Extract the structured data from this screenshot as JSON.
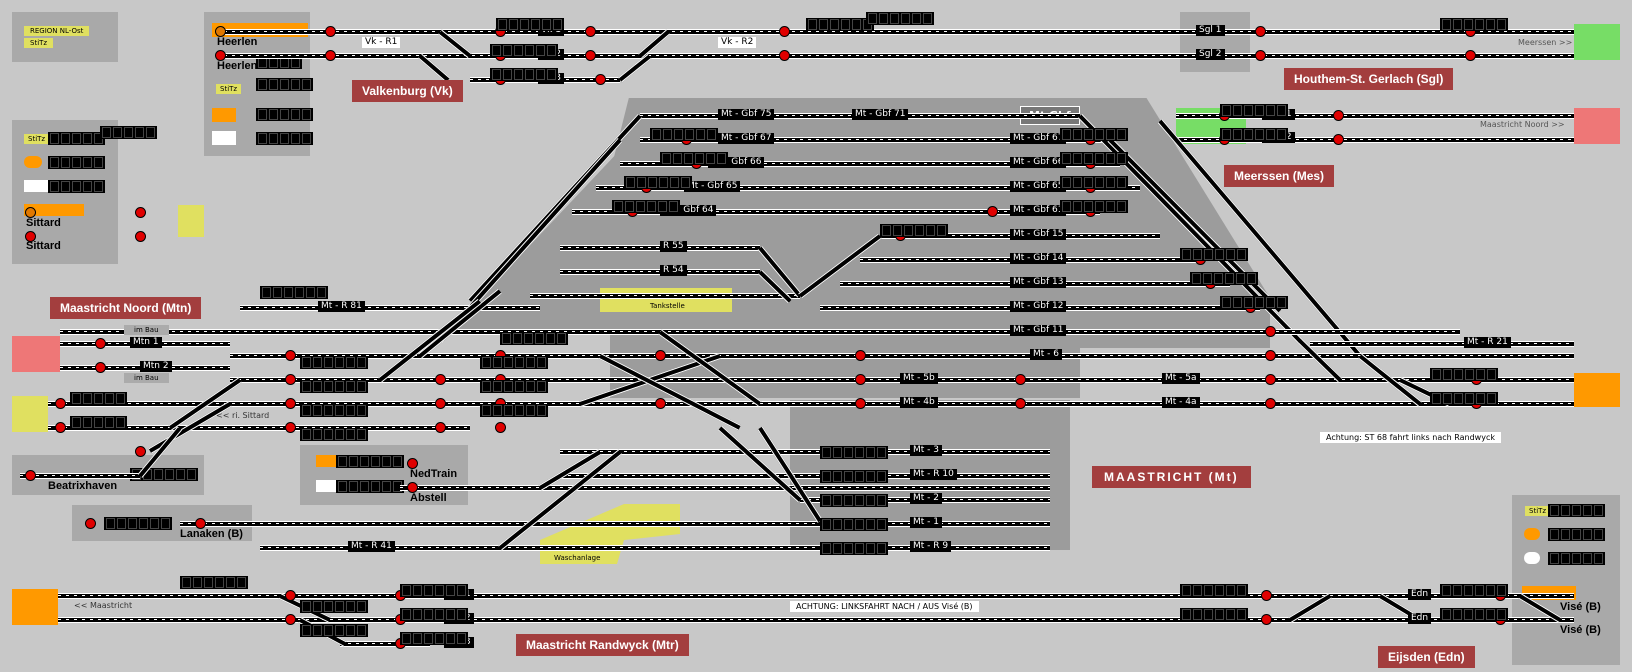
{
  "region": {
    "label": "REGION NL-Ost",
    "stitz": "StiTz"
  },
  "stations": {
    "valkenburg": "Valkenburg (Vk)",
    "houthem": "Houthem-St. Gerlach (Sgl)",
    "meerssen": "Meerssen (Mes)",
    "maastricht_noord": "Maastricht Noord (Mtn)",
    "maastricht": "MAASTRICHT (Mt)",
    "randwyck": "Maastricht Randwyck (Mtr)",
    "eijsden": "Eijsden (Edn)",
    "lanaken": "Lanaken (B)",
    "beatrixhaven": "Beatrixhaven",
    "nedtrain": "NedTrain",
    "abstell": "Abstell",
    "mt_gbf": "Mt Gbf"
  },
  "panel_labels": {
    "heerlen_1": "Heerlen",
    "heerlen_2": "Heerlen",
    "sittard_1": "Sittard",
    "sittard_2": "Sittard",
    "vise_1": "Visé (B)",
    "vise_2": "Visé (B)",
    "stitz_1": "StiTz",
    "stitz_2": "StiTz",
    "stitz_3": "StiTz"
  },
  "notes": {
    "meerssen_right": "Meerssen >>",
    "maastricht_noord_right": "Maastricht Noord >>",
    "ri_sittard": "<< ri. Sittard",
    "im_bau_1": "im Bau",
    "im_bau_2": "im Bau",
    "tankstelle": "Tankstelle",
    "waschanlage": "Waschanlage",
    "achtung_st68": "Achtung: ST 68   fahrt links nach Randwyck",
    "achtung_linksfahrt": "ACHTUNG: LINKSFAHRT NACH / AUS Visé (B)",
    "maastricht_left": "<< Maastricht"
  },
  "track_labels": {
    "vk_r1": "Vk - R1",
    "vk_r2": "Vk - R2",
    "vk1": "Vk 1",
    "vk2": "Vk 2",
    "vk3": "Vk 3",
    "sgl1": "Sgl 1",
    "sgl2": "Sgl 2",
    "mes1": "Mes 1",
    "mes2": "Mes 2",
    "gbf75": "Mt - Gbf 75",
    "gbf71": "Mt - Gbf 71",
    "gbf67a": "Mt - Gbf 67",
    "gbf67b": "Mt - Gbf 67",
    "gbf66a": "Mt - Gbf 66",
    "gbf66b": "Mt - Gbf 66",
    "gbf65a": "Mt - Gbf 65",
    "gbf65b": "Mt - Gbf 65",
    "gbf64": "Mt - Gbf 64",
    "gbf61": "Mt - Gbf 61",
    "gbf15": "Mt - Gbf 15",
    "gbf14": "Mt - Gbf 14",
    "gbf13": "Mt - Gbf 13",
    "gbf12": "Mt - Gbf 12",
    "gbf11": "Mt - Gbf 11",
    "r55": "R 55",
    "r54": "R 54",
    "mt_r81": "Mt - R 81",
    "mt_r21": "Mt - R 21",
    "mtn1": "Mtn 1",
    "mtn2": "Mtn 2",
    "mt6": "Mt - 6",
    "mt5b": "Mt - 5b",
    "mt5a": "Mt - 5a",
    "mt4b": "Mt - 4b",
    "mt4a": "Mt - 4a",
    "mt3": "Mt - 3",
    "mt_r10": "Mt - R 10",
    "mt2": "Mt - 2",
    "mt1": "Mt - 1",
    "mt_r9": "Mt - R 9",
    "mt_r41": "Mt - R 41",
    "mtr1": "Mtr 1",
    "mtr2": "Mtr 2",
    "mtr3": "Mtr 3",
    "edn1": "Edn",
    "edn2": "Edn"
  },
  "colors": {
    "background": "#c8c8c8",
    "station": "#a33e3e",
    "yard": "#9c9c9c",
    "signal_red": "#e00000",
    "signal_green": "#1a8a1a",
    "orange": "#ff9900",
    "yellow": "#e0e060",
    "green": "#77dd66",
    "pink": "#ee7777"
  }
}
